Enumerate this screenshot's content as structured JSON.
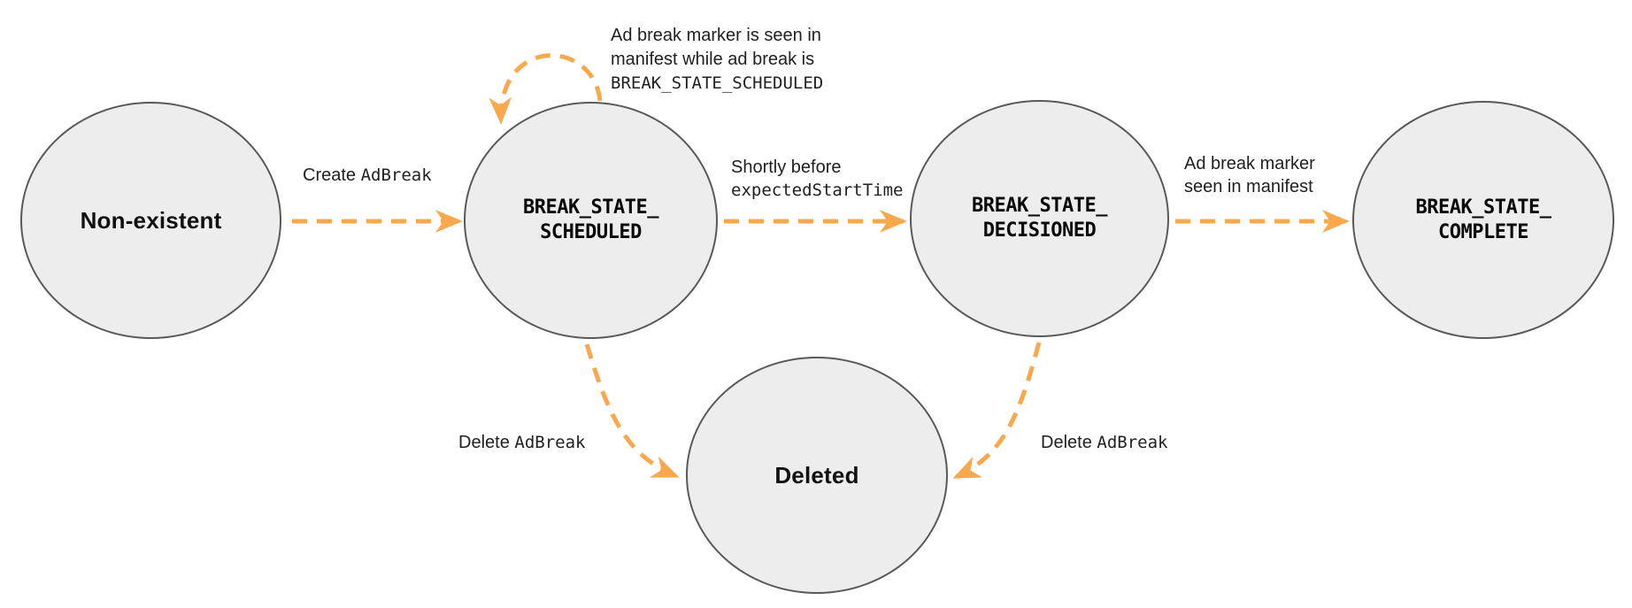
{
  "colors": {
    "arrow": "#F9A84D",
    "state_fill": "#EDEDED",
    "state_border": "#58595B",
    "text": "#202124"
  },
  "states": {
    "non_existent": {
      "label": "Non-existent"
    },
    "scheduled": {
      "line1": "BREAK_STATE_",
      "line2": "SCHEDULED"
    },
    "decisioned": {
      "line1": "BREAK_STATE_",
      "line2": "DECISIONED"
    },
    "complete": {
      "line1": "BREAK_STATE_",
      "line2": "COMPLETE"
    },
    "deleted": {
      "label": "Deleted"
    }
  },
  "edges": {
    "create": {
      "from": "non_existent",
      "to": "scheduled",
      "plain": "Create ",
      "code": "AdBreak"
    },
    "self_loop": {
      "from": "scheduled",
      "to": "scheduled",
      "line1": "Ad break marker is seen in",
      "line2": "manifest while ad break is",
      "code": "BREAK_STATE_SCHEDULED"
    },
    "decision": {
      "from": "scheduled",
      "to": "decisioned",
      "plain": "Shortly before",
      "code": "expectedStartTime"
    },
    "complete": {
      "from": "decisioned",
      "to": "complete",
      "line1": "Ad break marker",
      "line2": "seen in manifest"
    },
    "delete_left": {
      "from": "scheduled",
      "to": "deleted",
      "plain": "Delete ",
      "code": "AdBreak"
    },
    "delete_right": {
      "from": "decisioned",
      "to": "deleted",
      "plain": "Delete ",
      "code": "AdBreak"
    }
  }
}
